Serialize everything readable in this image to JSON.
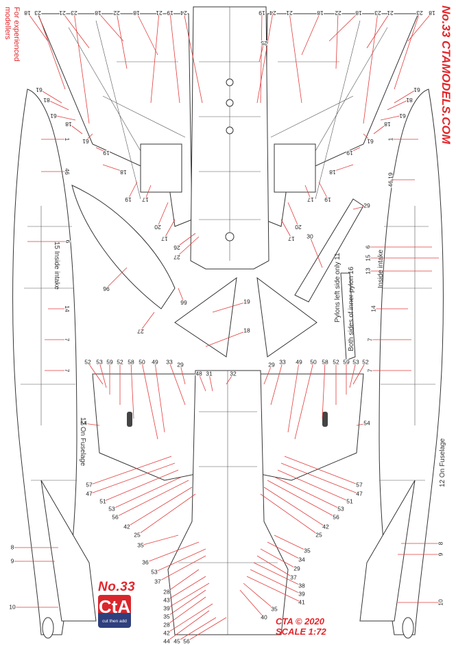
{
  "sheet": {
    "note": "For experienced modellers",
    "brand_no": "No.33",
    "brand_site": "CTAMODELS.COM",
    "logo_no": "No.33",
    "logo_mark": "CtA",
    "logo_tagline": "cut then add",
    "copyright": "CTA © 2020",
    "scale": "SCALE 1:72",
    "accent_color": "#e2262b",
    "logo_blue": "#2f3f7d"
  },
  "annotations": {
    "left_inside_intake": "15 Inside intake",
    "left_on_fuselage": "12 On Fuselage",
    "right_inside_intake": "Inside intake",
    "right_on_fuselage": "12 On Fuselage",
    "pylons_left": "Pylons left side only 11",
    "pylons_inner": "Both sides of inner pylon 16"
  },
  "callouts": [
    "1",
    "46",
    "6",
    "14",
    "7",
    "7",
    "8",
    "9",
    "10",
    "1",
    "46 19",
    "13",
    "15",
    "6",
    "14",
    "7",
    "7",
    "8",
    "9",
    "10",
    "18",
    "23",
    "21",
    "23",
    "18",
    "22",
    "18",
    "21",
    "19",
    "24",
    "24",
    "19",
    "21",
    "18",
    "22",
    "18",
    "23",
    "21",
    "23",
    "18",
    "25",
    "61",
    "81",
    "61",
    "18",
    "61",
    "19",
    "18",
    "19",
    "17",
    "20",
    "17",
    "26",
    "27",
    "61",
    "81",
    "61",
    "18",
    "61",
    "19",
    "18",
    "19",
    "17",
    "20",
    "17",
    "29",
    "30",
    "96",
    "66",
    "27",
    "19",
    "18",
    "52",
    "53",
    "59",
    "52",
    "58",
    "50",
    "49",
    "33",
    "29",
    "48",
    "31",
    "32",
    "29",
    "33",
    "49",
    "50",
    "58",
    "52",
    "59",
    "53",
    "52",
    "54",
    "57",
    "47",
    "51",
    "53",
    "56",
    "42",
    "25",
    "35",
    "36",
    "53",
    "37",
    "28",
    "43",
    "39",
    "35",
    "28",
    "42",
    "44",
    "45",
    "56",
    "54",
    "57",
    "47",
    "51",
    "53",
    "56",
    "42",
    "25",
    "35",
    "34",
    "29",
    "37",
    "38",
    "39",
    "41",
    "35",
    "40"
  ]
}
